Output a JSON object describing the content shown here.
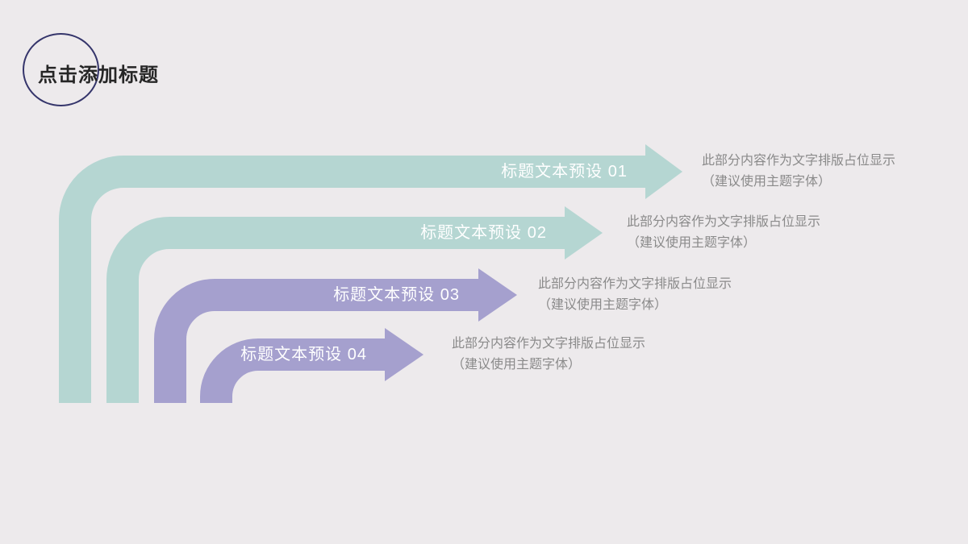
{
  "slide": {
    "colors": {
      "background": "#edeaec",
      "title_text": "#262626",
      "circle_stroke": "#35356b",
      "teal": "#b5d6d2",
      "purple": "#a5a0ce",
      "label_text": "#ffffff",
      "description_text": "#8a8a8a"
    },
    "header": {
      "title": "点击添加标题"
    },
    "arrows": [
      {
        "id": "01",
        "label": "标题文本预设 01",
        "color": "#b5d6d2",
        "description": {
          "line1": "此部分内容作为文字排版占位显示",
          "line2": "（建议使用主题字体）"
        }
      },
      {
        "id": "02",
        "label": "标题文本预设 02",
        "color": "#b5d6d2",
        "description": {
          "line1": "此部分内容作为文字排版占位显示",
          "line2": "（建议使用主题字体）"
        }
      },
      {
        "id": "03",
        "label": "标题文本预设 03",
        "color": "#a5a0ce",
        "description": {
          "line1": "此部分内容作为文字排版占位显示",
          "line2": "（建议使用主题字体）"
        }
      },
      {
        "id": "04",
        "label": "标题文本预设 04",
        "color": "#a5a0ce",
        "description": {
          "line1": "此部分内容作为文字排版占位显示",
          "line2": "（建议使用主题字体）"
        }
      }
    ]
  }
}
